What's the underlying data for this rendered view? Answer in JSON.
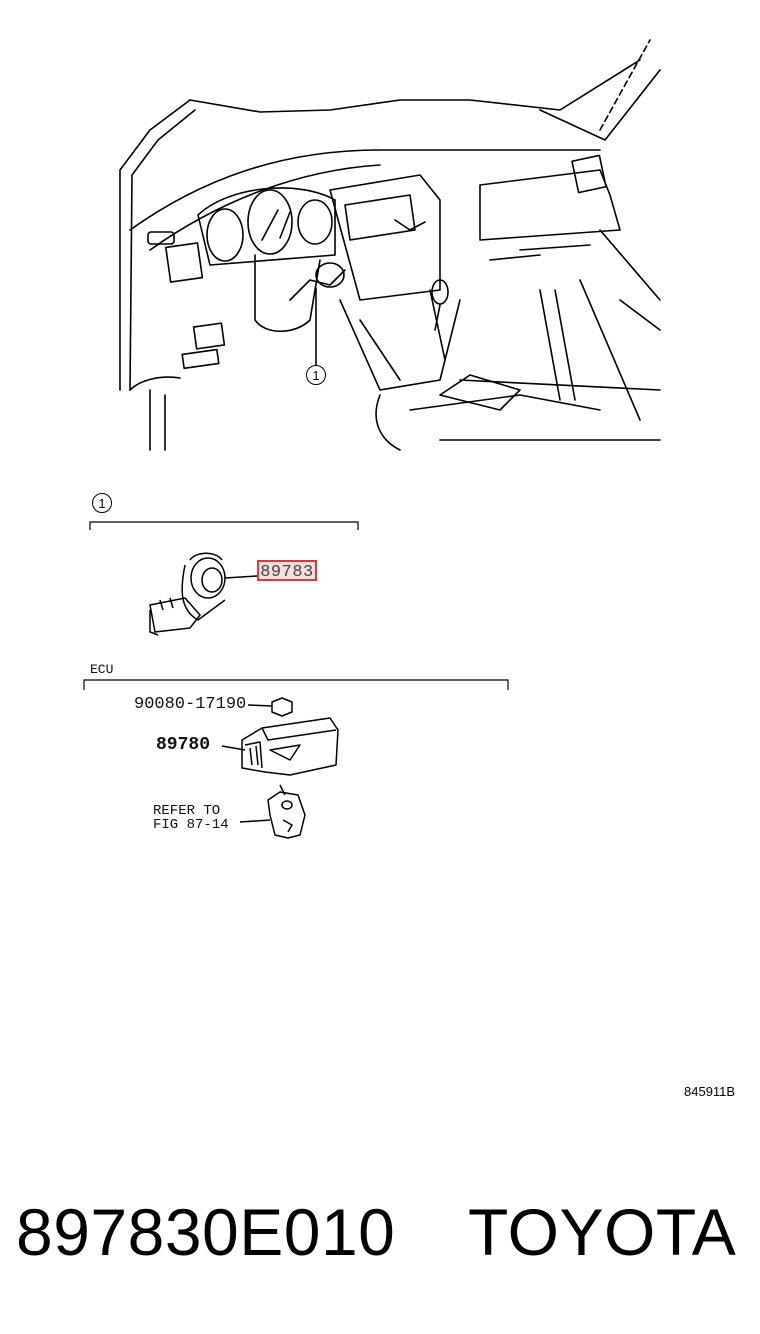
{
  "diagram": {
    "callout_number": "1",
    "section_callout": "1",
    "parts": {
      "highlighted": "89783",
      "nut": "90080-17190",
      "ecu": "89780",
      "refer_line1": "REFER TO",
      "refer_line2": "FIG 87-14"
    },
    "ecu_section_label": "ECU",
    "figure_code": "845911B"
  },
  "caption": {
    "part_number": "897830E010",
    "brand": "TOYOTA"
  },
  "colors": {
    "highlight_border": "#d8393b",
    "highlight_fill": "#f6dede",
    "line": "#000000"
  }
}
